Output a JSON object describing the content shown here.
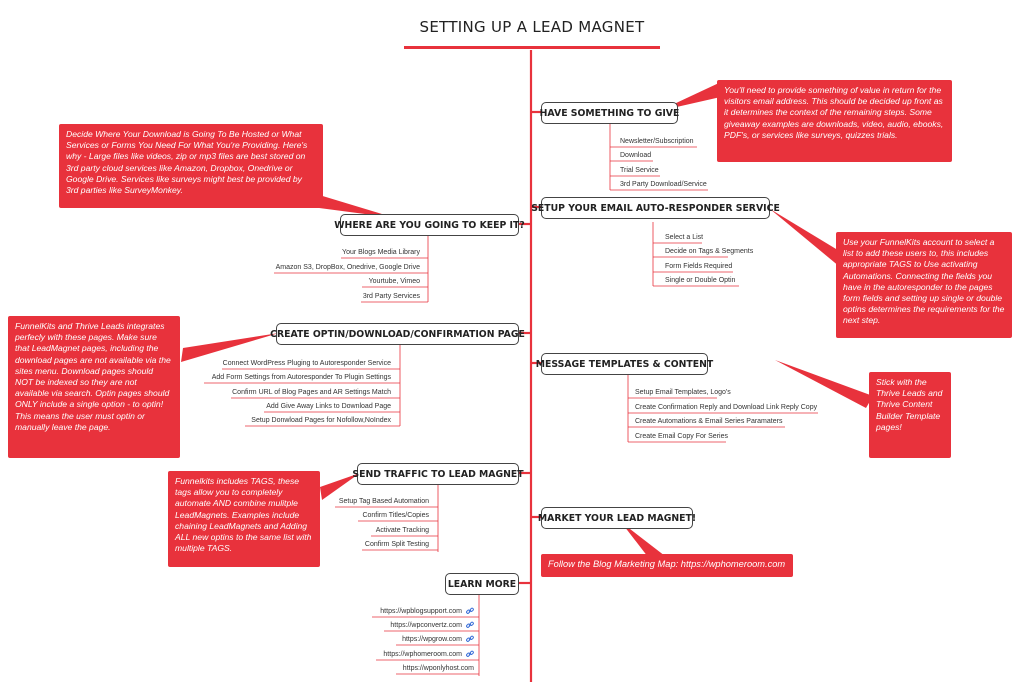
{
  "title": "SETTING UP A LEAD MAGNET",
  "colors": {
    "accent": "#e8323c",
    "node_border": "#444444",
    "text": "#222222"
  },
  "branches": {
    "have_something": {
      "label": "HAVE SOMETHING TO GIVE",
      "items": [
        "Newsletter/Subscription",
        "Download",
        "Trial Service",
        "3rd Party Download/Service"
      ],
      "note": "You'll need to provide something of value in return for the visitors email address.  This should be decided up front as it determines the context of the remaining steps.   Some giveaway examples are downloads, video, audio, ebooks, PDF's, or services like surveys, quizzes trials."
    },
    "keep_it": {
      "label": "WHERE ARE YOU GOING TO KEEP IT?",
      "items": [
        "Your Blogs Media Library",
        "Amazon S3, DropBox, Onedrive, Google Drive",
        "Yourtube, Vimeo",
        "3rd Party Services"
      ],
      "note": "Decide Where Your Download is Going To Be Hosted or What Services or Forms  You Need For What You're Providing.   Here's why - Large files like videos, zip or mp3 files are best stored on 3rd party cloud services like Amazon, Dropbox, Onedrive or Google Drive.   Services like surveys might best be provided by 3rd parties like SurveyMonkey."
    },
    "autoresponder": {
      "label": "SETUP YOUR EMAIL AUTO-RESPONDER SERVICE",
      "items": [
        "Select a List",
        "Decide on Tags & Segments",
        "Form Fields Required",
        "Single or Double Optin"
      ],
      "note": "Use your FunnelKits account to select a list to add these users to, this includes appropriate TAGS to Use activating Automations.   Connecting the fields you have in the autoresponder to the pages form fields and setting up single or double optins determines the requirements for the next step."
    },
    "optin_page": {
      "label": "CREATE OPTIN/DOWNLOAD/CONFIRMATION PAGE",
      "items": [
        "Connect WordPress Pluging to Autoresponder Service",
        "Add Form Settings from Autoresponder To Plugin Settings",
        "Confirm URL of  Blog Pages and AR Settings Match",
        "Add Give Away Links to Download Page",
        "Setup Donwload Pages for Nofollow,NoIndex"
      ],
      "note": "FunnelKits and Thrive Leads integrates perfecly with these pages.  Make sure that LeadMagnet pages, including the download pages are not available via the sites menu.  Download pages should NOT be indexed so they are not available via search.    Optin pages should ONLY include a single option - to optin!    This means the user must optin or manually leave the page."
    },
    "templates": {
      "label": "MESSAGE TEMPLATES & CONTENT",
      "items": [
        "Setup Email Templates, Logo's",
        "Create Confirmation Reply and Download Link Reply Copy",
        "Create Automations & Email Series Paramaters",
        "Create Email Copy For Series"
      ],
      "note": "Stick with the Thrive Leads and Thrive Content Builder Template pages!"
    },
    "traffic": {
      "label": "SEND TRAFFIC TO LEAD MAGNET",
      "items": [
        "Setup Tag Based Automation",
        "Confirm Titles/Copies",
        "Activate Tracking",
        "Confirm Split Testing"
      ],
      "note": "Funnelkits includes TAGS, these tags allow you to completely automate AND combine mulitple LeadMagnets.  Examples include chaining LeadMagnets and Adding ALL new optins to the same list with multiple TAGS."
    },
    "market": {
      "label": "MARKET YOUR LEAD MAGNET!",
      "note": "Follow the Blog Marketing Map: https://wphomeroom.com"
    },
    "learn_more": {
      "label": "LEARN MORE",
      "links": [
        "https://wpblogsupport.com",
        "https://wpconvertz.com",
        "https://wpgrow.com",
        "https://wphomeroom.com",
        "https://wponlyhost.com"
      ]
    }
  }
}
